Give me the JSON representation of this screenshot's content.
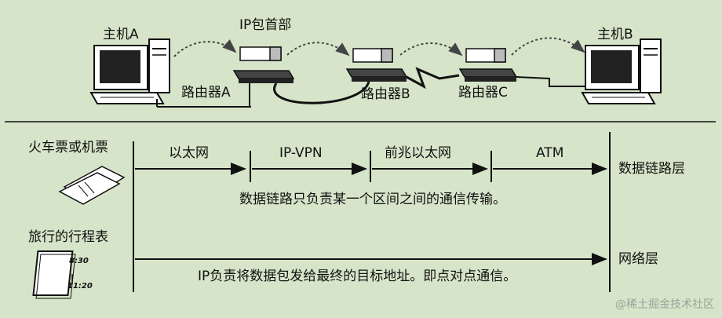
{
  "top": {
    "host_a": "主机A",
    "host_b": "主机B",
    "ip_header": "IP包首部",
    "router_a": "路由器A",
    "router_b": "路由器B",
    "router_c": "路由器C"
  },
  "analogy": {
    "ticket": "火车票或机票",
    "itinerary": "旅行的行程表",
    "itinerary_times": [
      "8:30",
      "11:20"
    ]
  },
  "segments": [
    "以太网",
    "IP-VPN",
    "前兆以太网",
    "ATM"
  ],
  "layers": {
    "datalink": "数据链路层",
    "network": "网络层"
  },
  "notes": {
    "datalink": "数据链路只负责某一个区间之间的通信传输。",
    "network": "IP负责将数据包发给最终的目标地址。即点对点通信。"
  },
  "watermark": "@稀土掘金技术社区"
}
